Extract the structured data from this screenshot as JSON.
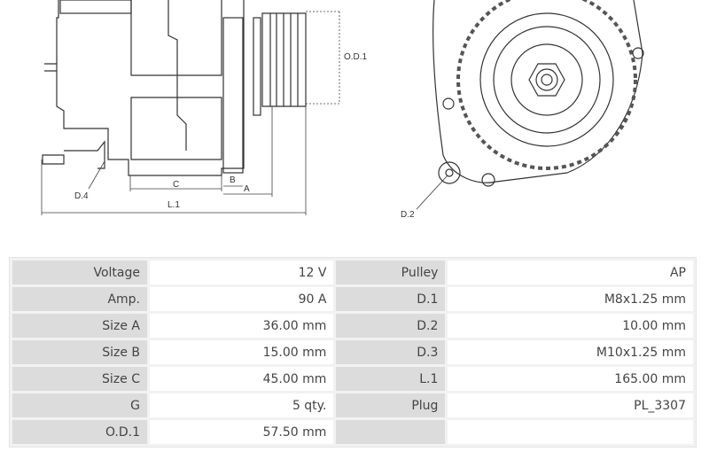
{
  "drawing": {
    "labels": {
      "od1": "O.D.1",
      "d4": "D.4",
      "c": "C",
      "b": "B",
      "a": "A",
      "l1": "L.1",
      "d2": "D.2"
    }
  },
  "specs": [
    {
      "label": "Voltage",
      "value": "12 V",
      "label2": "Pulley",
      "value2": "AP"
    },
    {
      "label": "Amp.",
      "value": "90 A",
      "label2": "D.1",
      "value2": "M8x1.25 mm"
    },
    {
      "label": "Size A",
      "value": "36.00 mm",
      "label2": "D.2",
      "value2": "10.00 mm"
    },
    {
      "label": "Size B",
      "value": "15.00 mm",
      "label2": "D.3",
      "value2": "M10x1.25 mm"
    },
    {
      "label": "Size C",
      "value": "45.00 mm",
      "label2": "L.1",
      "value2": "165.00 mm"
    },
    {
      "label": "G",
      "value": "5 qty.",
      "label2": "Plug",
      "value2": "PL_3307"
    },
    {
      "label": "O.D.1",
      "value": "57.50 mm",
      "label2": "",
      "value2": ""
    }
  ]
}
